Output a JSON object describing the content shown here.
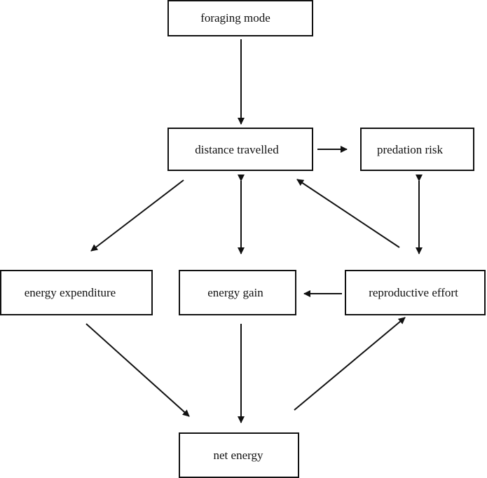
{
  "nodes": {
    "foraging_mode": "foraging mode",
    "distance_travelled": "distance travelled",
    "predation_risk": "predation risk",
    "energy_expenditure": "energy expenditure",
    "energy_gain": "energy gain",
    "reproductive_effort": "reproductive effort",
    "net_energy": "net energy"
  },
  "edges": [
    {
      "from": "foraging mode",
      "to": "distance travelled",
      "direction": "one-way"
    },
    {
      "from": "distance travelled",
      "to": "predation risk",
      "direction": "one-way"
    },
    {
      "from": "distance travelled",
      "to": "energy expenditure",
      "direction": "one-way"
    },
    {
      "from": "distance travelled",
      "to": "energy gain",
      "direction": "two-way"
    },
    {
      "from": "reproductive effort",
      "to": "distance travelled",
      "direction": "one-way"
    },
    {
      "from": "predation risk",
      "to": "reproductive effort",
      "direction": "two-way"
    },
    {
      "from": "reproductive effort",
      "to": "energy gain",
      "direction": "one-way"
    },
    {
      "from": "energy expenditure",
      "to": "net energy",
      "direction": "one-way"
    },
    {
      "from": "energy gain",
      "to": "net energy",
      "direction": "one-way"
    },
    {
      "from": "net energy",
      "to": "reproductive effort",
      "direction": "one-way"
    }
  ],
  "colors": {
    "stroke": "#111111",
    "background": "#ffffff"
  }
}
